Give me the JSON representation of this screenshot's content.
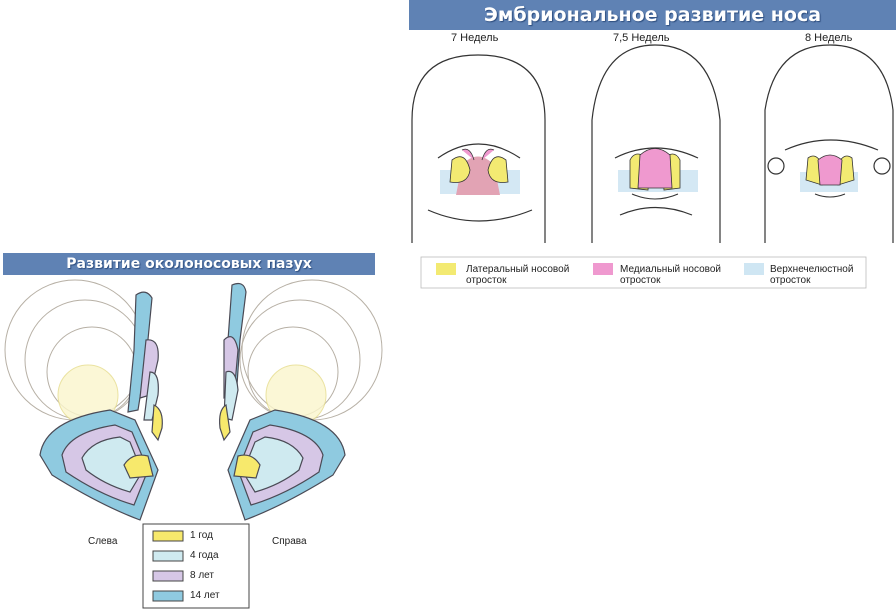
{
  "embryo": {
    "title": "Эмбриональное развитие носа",
    "stages": [
      "7 Недель",
      "7,5 Недель",
      "8 Недель"
    ],
    "legend": [
      {
        "label": "Латеральный носовой отросток",
        "color": "#f3ea72"
      },
      {
        "label": "Медиальный носовой отросток",
        "color": "#ef99cf"
      },
      {
        "label": "Верхнечелюстной отросток",
        "color": "#cfe6f3"
      }
    ]
  },
  "sinuses": {
    "title": "Развитие околоносовых пазух",
    "left_label": "Слева",
    "right_label": "Справа",
    "legend": [
      {
        "label": "1 год",
        "color": "#f7e96c"
      },
      {
        "label": "4 года",
        "color": "#cfeaf0"
      },
      {
        "label": "8 лет",
        "color": "#d6c7e6"
      },
      {
        "label": "14 лет",
        "color": "#8fcae0"
      }
    ]
  }
}
